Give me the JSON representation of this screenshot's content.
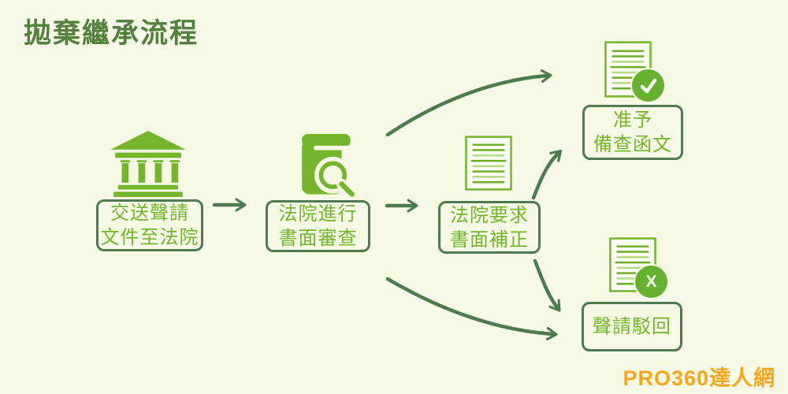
{
  "title": "拋棄繼承流程",
  "brand": "PRO360達人網",
  "nodes": {
    "submit": {
      "line1": "交送聲請",
      "line2": "文件至法院",
      "icon": "courthouse-icon"
    },
    "review": {
      "line1": "法院進行",
      "line2": "書面審查",
      "icon": "book-magnifier-icon"
    },
    "supplement": {
      "line1": "法院要求",
      "line2": "書面補正",
      "icon": "document-icon"
    },
    "approve": {
      "line1": "准予",
      "line2": "備查函文",
      "icon": "document-check-icon"
    },
    "reject": {
      "line1": "聲請駁回",
      "icon": "document-x-icon"
    }
  },
  "badges": {
    "approve": "check-icon",
    "reject_label": "X"
  },
  "edges": [
    {
      "from": "submit",
      "to": "review",
      "style": "straight"
    },
    {
      "from": "review",
      "to": "supplement",
      "style": "straight"
    },
    {
      "from": "review",
      "to": "approve",
      "style": "curved"
    },
    {
      "from": "review",
      "to": "reject",
      "style": "curved"
    },
    {
      "from": "supplement",
      "to": "approve",
      "style": "curved"
    },
    {
      "from": "supplement",
      "to": "reject",
      "style": "curved"
    }
  ],
  "colors": {
    "background": "#f5f9e5",
    "title_green": "#54803e",
    "border_arrow_green": "#4d7a4f",
    "bright_green": "#74b52c",
    "light_line_green": "#b2d989",
    "paper": "#fcfef3",
    "badge_green": "#66b22e",
    "brand_orange": "#f9a61a"
  }
}
